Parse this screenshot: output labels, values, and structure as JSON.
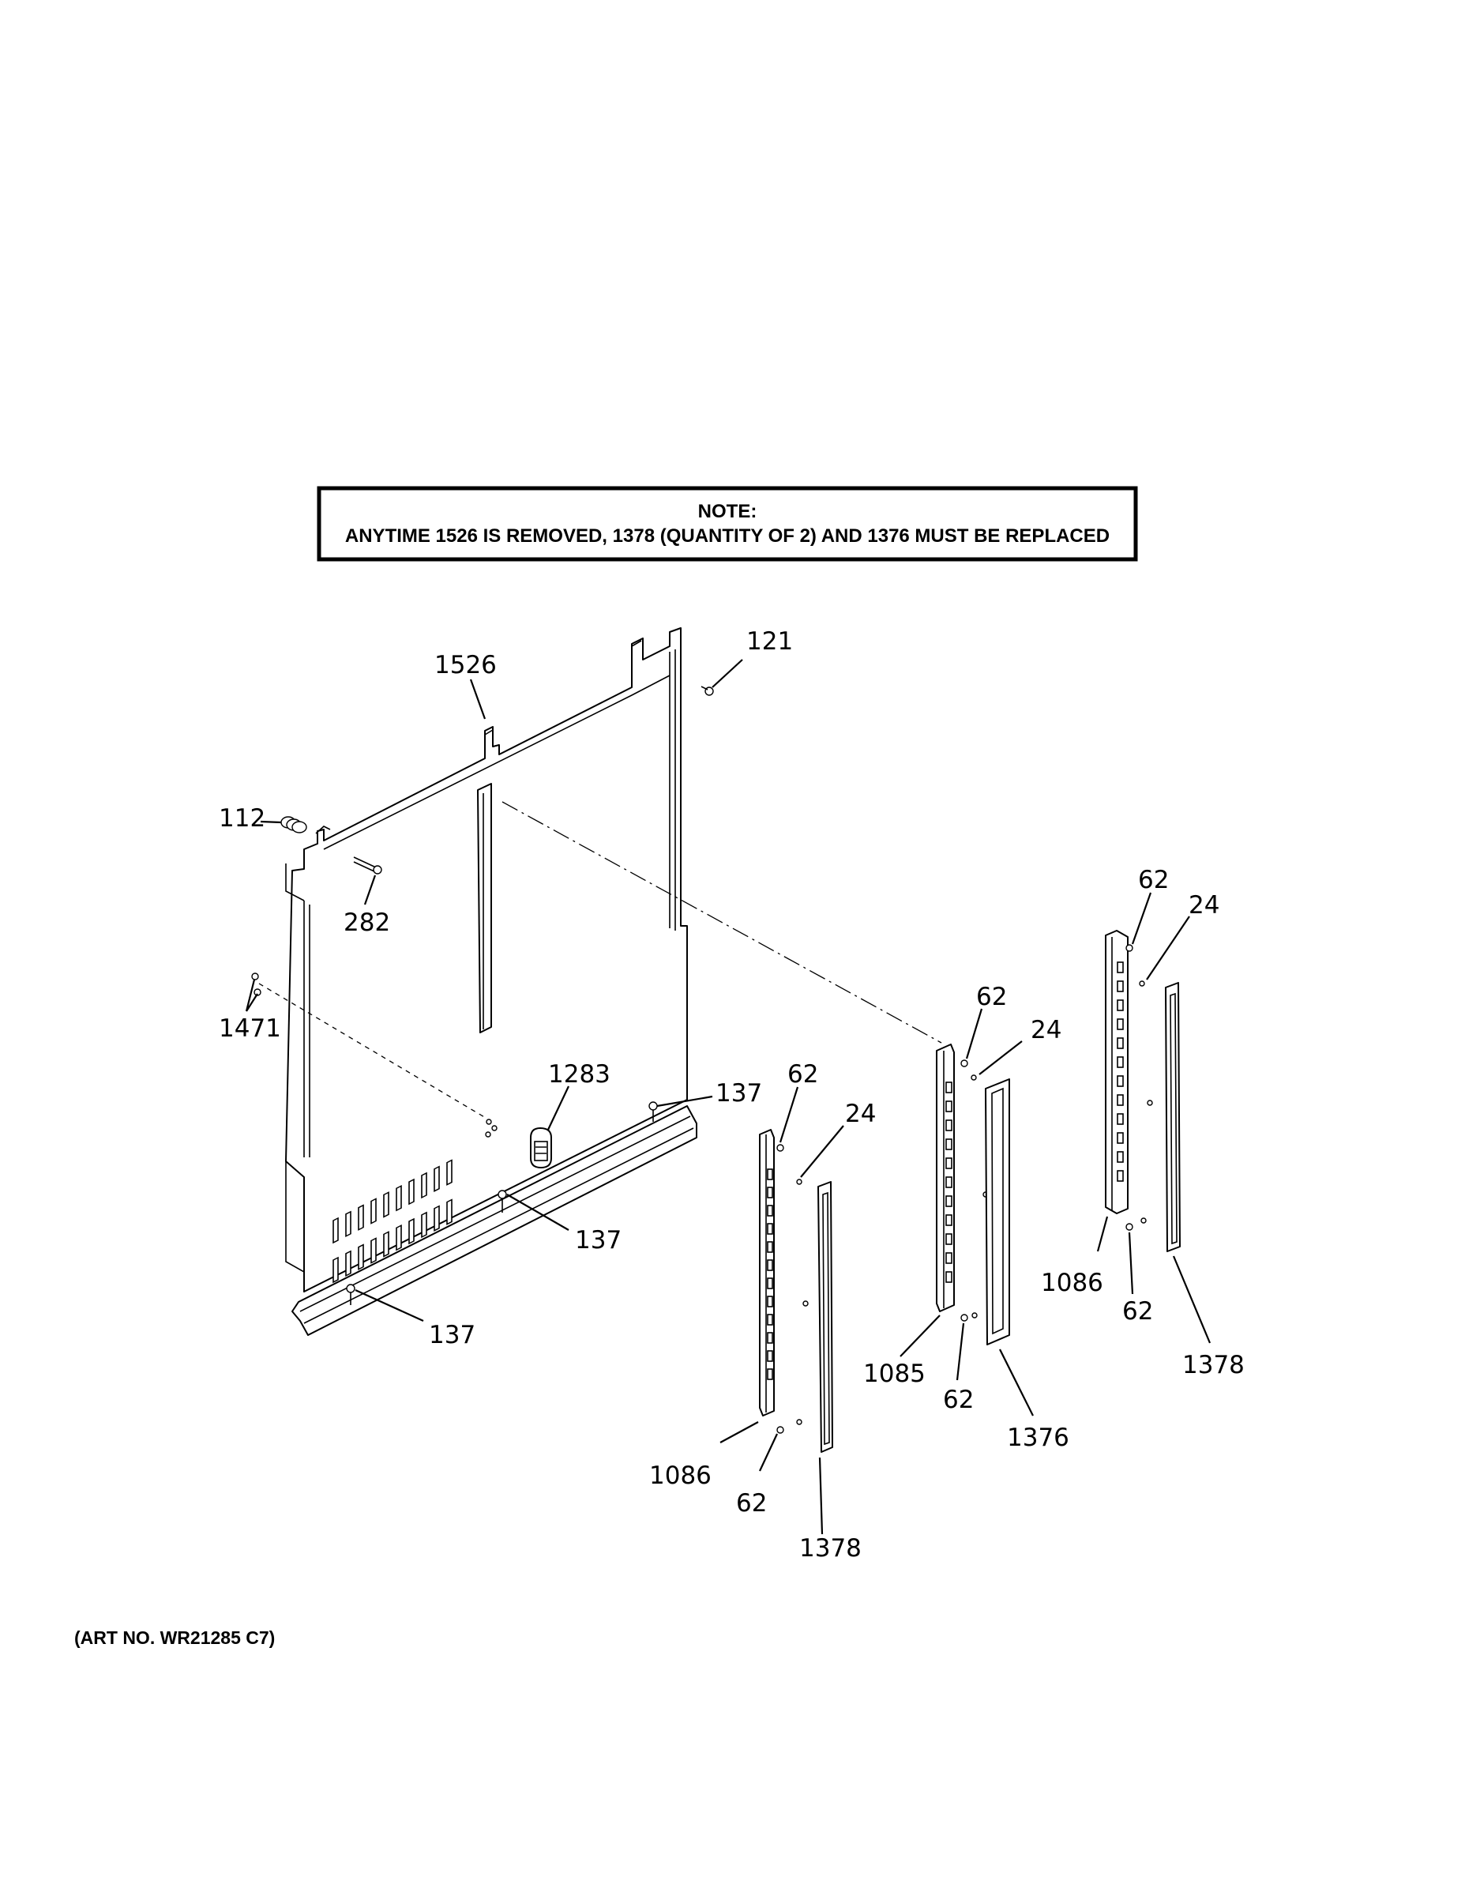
{
  "note": {
    "title": "NOTE:",
    "text": "ANYTIME 1526 IS REMOVED, 1378 (QUANTITY OF 2) AND 1376 MUST BE REPLACED"
  },
  "art_number": "(ART NO. WR21285 C7)",
  "callouts": {
    "c121": "121",
    "c1526": "1526",
    "c112": "112",
    "c282": "282",
    "c1471": "1471",
    "c1283": "1283",
    "c137a": "137",
    "c137b": "137",
    "c137c": "137",
    "c62a": "62",
    "c24a": "24",
    "c1086a": "1086",
    "c62b": "62",
    "c1378a": "1378",
    "c62c": "62",
    "c24b": "24",
    "c1085": "1085",
    "c62d": "62",
    "c1376": "1376",
    "c62e": "62",
    "c24c": "24",
    "c1086b": "1086",
    "c62f": "62",
    "c1378b": "1378"
  }
}
